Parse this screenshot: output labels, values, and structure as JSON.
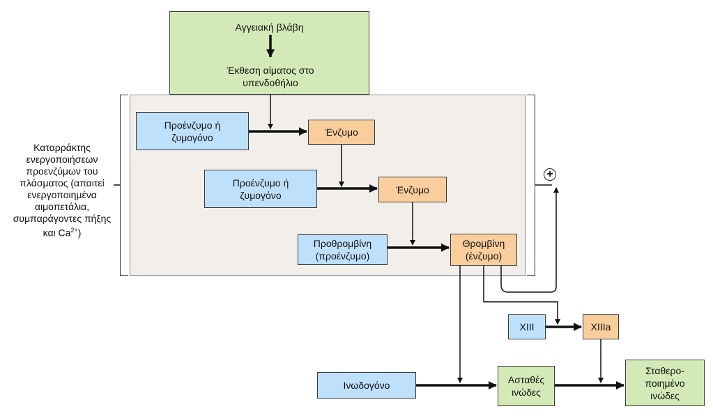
{
  "top": {
    "label1": "Αγγειακή βλάβη",
    "label2": "Έκθεση αίματος στο υπενδοθήλιο"
  },
  "cascade": {
    "label": "Καταρράκτης ενεργοποιήσεων προενζύμων του πλάσματος (απαιτεί ενεργοποιημένα αιμοπετάλια, συμπαράγοντες πήξης και Ca",
    "label_sup": "2+",
    "label_end": ")"
  },
  "nodes": {
    "proenzyme1": "Προένζυμο ή ζυμογόνο",
    "enzyme1": "Ένζυμο",
    "proenzyme2": "Προένζυμο ή ζυμογόνο",
    "enzyme2": "Ένζυμο",
    "prothrombin_1": "Προθρομβίνη",
    "prothrombin_2": "(προένζυμο)",
    "thrombin_1": "Θρομβίνη",
    "thrombin_2": "(ένζυμο)",
    "xiii": "XIII",
    "xiiia": "XIIIa",
    "fibrinogen": "Ινωδογόνο",
    "unstable_fibrin": "Ασταθές ινώδες",
    "stable_fibrin": "Σταθερο- ποιημένο ινώδες"
  },
  "positive_feedback_symbol": "+"
}
